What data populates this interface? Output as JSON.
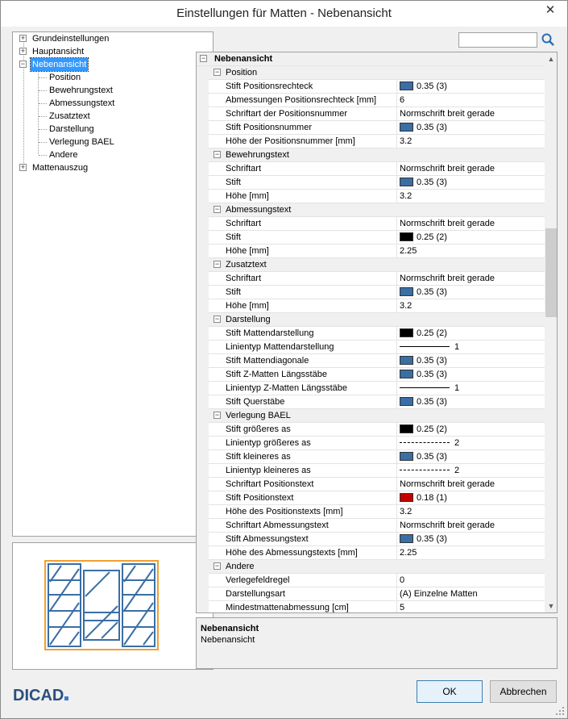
{
  "window": {
    "title": "Einstellungen für Matten - Nebenansicht"
  },
  "tree": {
    "nodes": [
      {
        "label": "Grundeinstellungen",
        "expander": "+"
      },
      {
        "label": "Hauptansicht",
        "expander": "+"
      },
      {
        "label": "Nebenansicht",
        "expander": "−"
      },
      {
        "label": "Position"
      },
      {
        "label": "Bewehrungstext"
      },
      {
        "label": "Abmessungstext"
      },
      {
        "label": "Zusatztext"
      },
      {
        "label": "Darstellung"
      },
      {
        "label": "Verlegung BAEL"
      },
      {
        "label": "Andere"
      },
      {
        "label": "Mattenauszug",
        "expander": "+"
      }
    ]
  },
  "search": {
    "value": ""
  },
  "grid": {
    "title": "Nebenansicht",
    "rows": [
      {
        "kind": "cat",
        "name": "Position"
      },
      {
        "kind": "prop",
        "name": "Stift Positionsrechteck",
        "value": "0.35 (3)",
        "swatch": "#3a6ea5"
      },
      {
        "kind": "prop",
        "name": "Abmessungen Positionsrechteck [mm]",
        "value": "6"
      },
      {
        "kind": "prop",
        "name": "Schriftart der Positionsnummer",
        "value": "Normschrift breit gerade"
      },
      {
        "kind": "prop",
        "name": "Stift Positionsnummer",
        "value": "0.35 (3)",
        "swatch": "#3a6ea5"
      },
      {
        "kind": "prop",
        "name": "Höhe der Positionsnummer [mm]",
        "value": "3.2"
      },
      {
        "kind": "cat",
        "name": "Bewehrungstext"
      },
      {
        "kind": "prop",
        "name": "Schriftart",
        "value": "Normschrift breit gerade"
      },
      {
        "kind": "prop",
        "name": "Stift",
        "value": "0.35 (3)",
        "swatch": "#3a6ea5"
      },
      {
        "kind": "prop",
        "name": "Höhe [mm]",
        "value": "3.2"
      },
      {
        "kind": "cat",
        "name": "Abmessungstext"
      },
      {
        "kind": "prop",
        "name": "Schriftart",
        "value": "Normschrift breit gerade"
      },
      {
        "kind": "prop",
        "name": "Stift",
        "value": "0.25 (2)",
        "swatch": "#000000"
      },
      {
        "kind": "prop",
        "name": "Höhe [mm]",
        "value": "2.25"
      },
      {
        "kind": "cat",
        "name": "Zusatztext"
      },
      {
        "kind": "prop",
        "name": "Schriftart",
        "value": "Normschrift breit gerade"
      },
      {
        "kind": "prop",
        "name": "Stift",
        "value": "0.35 (3)",
        "swatch": "#3a6ea5"
      },
      {
        "kind": "prop",
        "name": "Höhe [mm]",
        "value": "3.2"
      },
      {
        "kind": "cat",
        "name": "Darstellung"
      },
      {
        "kind": "prop",
        "name": "Stift Mattendarstellung",
        "value": "0.25 (2)",
        "swatch": "#000000"
      },
      {
        "kind": "prop",
        "name": "Linientyp Mattendarstellung",
        "value": "1",
        "line": "solid"
      },
      {
        "kind": "prop",
        "name": "Stift Mattendiagonale",
        "value": "0.35 (3)",
        "swatch": "#3a6ea5"
      },
      {
        "kind": "prop",
        "name": "Stift Z-Matten Längsstäbe",
        "value": "0.35 (3)",
        "swatch": "#3a6ea5"
      },
      {
        "kind": "prop",
        "name": "Linientyp Z-Matten Längsstäbe",
        "value": "1",
        "line": "solid"
      },
      {
        "kind": "prop",
        "name": "Stift Querstäbe",
        "value": "0.35 (3)",
        "swatch": "#3a6ea5"
      },
      {
        "kind": "cat",
        "name": "Verlegung BAEL"
      },
      {
        "kind": "prop",
        "name": "Stift größeres as",
        "value": "0.25 (2)",
        "swatch": "#000000"
      },
      {
        "kind": "prop",
        "name": "Linientyp größeres as",
        "value": "2",
        "line": "dash"
      },
      {
        "kind": "prop",
        "name": "Stift kleineres as",
        "value": "0.35 (3)",
        "swatch": "#3a6ea5"
      },
      {
        "kind": "prop",
        "name": "Linientyp kleineres as",
        "value": "2",
        "line": "dash"
      },
      {
        "kind": "prop",
        "name": "Schriftart Positionstext",
        "value": "Normschrift breit gerade"
      },
      {
        "kind": "prop",
        "name": "Stift Positionstext",
        "value": "0.18 (1)",
        "swatch": "#c00000"
      },
      {
        "kind": "prop",
        "name": "Höhe des Positionstexts [mm]",
        "value": "3.2"
      },
      {
        "kind": "prop",
        "name": "Schriftart Abmessungstext",
        "value": "Normschrift breit gerade"
      },
      {
        "kind": "prop",
        "name": "Stift Abmessungstext",
        "value": "0.35 (3)",
        "swatch": "#3a6ea5"
      },
      {
        "kind": "prop",
        "name": "Höhe des Abmessungstexts [mm]",
        "value": "2.25"
      },
      {
        "kind": "cat",
        "name": "Andere"
      },
      {
        "kind": "prop",
        "name": "Verlegefeldregel",
        "value": "0"
      },
      {
        "kind": "prop",
        "name": "Darstellungsart",
        "value": "(A) Einzelne Matten"
      },
      {
        "kind": "prop",
        "name": "Mindestmattenabmessung  [cm]",
        "value": "5"
      }
    ]
  },
  "description": {
    "title": "Nebenansicht",
    "text": "Nebenansicht"
  },
  "logo": {
    "text": "DICAD"
  },
  "buttons": {
    "ok": "OK",
    "cancel": "Abbrechen"
  },
  "colors": {
    "pen_blue": "#3a6ea5",
    "pen_black": "#000000",
    "pen_red": "#c00000",
    "selection": "#3399ff",
    "preview_border": "#f0a030"
  }
}
